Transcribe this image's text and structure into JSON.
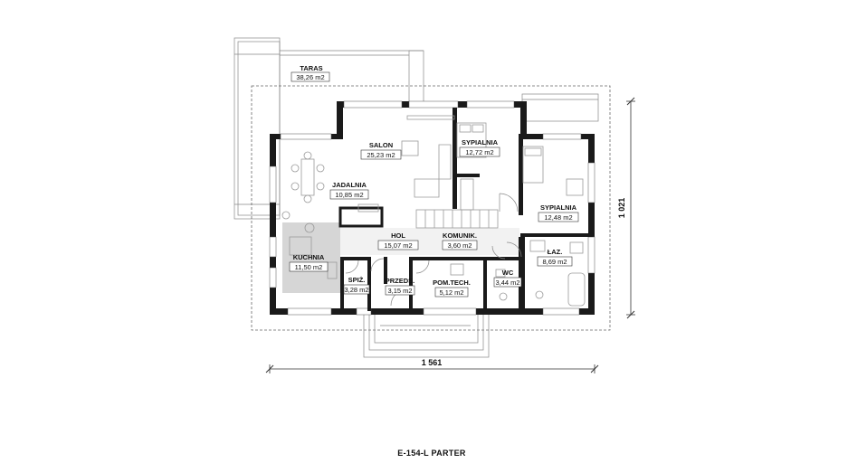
{
  "plan": {
    "caption": "E-154-L PARTER",
    "dimensions": {
      "width": "1 561",
      "depth": "1 021"
    },
    "rooms": {
      "taras": {
        "name": "TARAS",
        "area": "38,26 m2"
      },
      "salon": {
        "name": "SALON",
        "area": "25,23 m2"
      },
      "jadalnia": {
        "name": "JADALNIA",
        "area": "10,85 m2"
      },
      "sypialnia1": {
        "name": "SYPIALNIA",
        "area": "12,72 m2"
      },
      "sypialnia2": {
        "name": "SYPIALNIA",
        "area": "12,48 m2"
      },
      "hol": {
        "name": "HOL",
        "area": "15,07 m2"
      },
      "komunik": {
        "name": "KOMUNIK.",
        "area": "3,60 m2"
      },
      "kuchnia": {
        "name": "KUCHNIA",
        "area": "11,50 m2"
      },
      "lazienka": {
        "name": "ŁAZ.",
        "area": "8,69 m2"
      },
      "spizarnia": {
        "name": "SPIŻ.",
        "area": "3,28 m2"
      },
      "przedsionek": {
        "name": "PRZEDS.",
        "area": "3,15 m2"
      },
      "pomtech": {
        "name": "POM.TECH.",
        "area": "5,12 m2"
      },
      "wc": {
        "name": "WC",
        "area": "3,44 m2"
      }
    },
    "colors": {
      "wall": "#1a1a1a",
      "kitchen_floor": "#d6d6d6",
      "furniture": "#9a9a9a"
    }
  }
}
